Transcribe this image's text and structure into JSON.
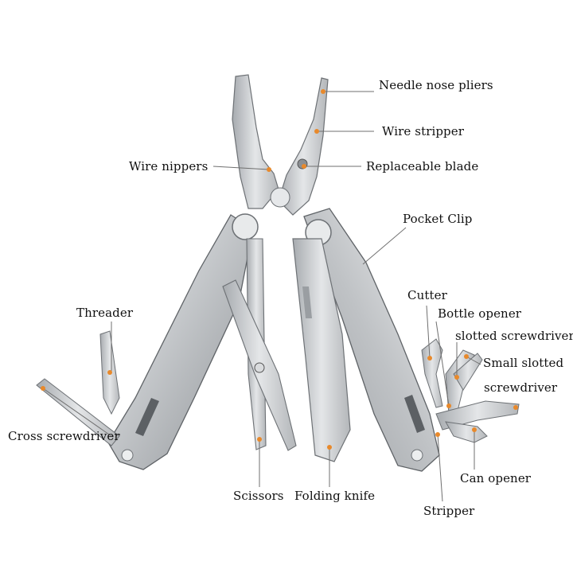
{
  "diagram": {
    "accent_color": "#e8892b",
    "line_color": "#6f6f6f",
    "metal_color": "#c9cbcd",
    "labels": {
      "needle_nose_pliers": "Needle nose pliers",
      "wire_stripper": "Wire stripper",
      "wire_nippers": "Wire nippers",
      "replaceable_blade": "Replaceable blade",
      "pocket_clip": "Pocket Clip",
      "cutter": "Cutter",
      "bottle_opener": "Bottle opener",
      "slotted_screwdriver": "slotted screwdriver",
      "small_slotted": "Small slotted",
      "screwdriver": "screwdriver",
      "threader": "Threader",
      "cross_screwdriver": "Cross screwdriver",
      "scissors": "Scissors",
      "folding_knife": "Folding knife",
      "can_opener": "Can opener",
      "stripper": "Stripper"
    }
  }
}
